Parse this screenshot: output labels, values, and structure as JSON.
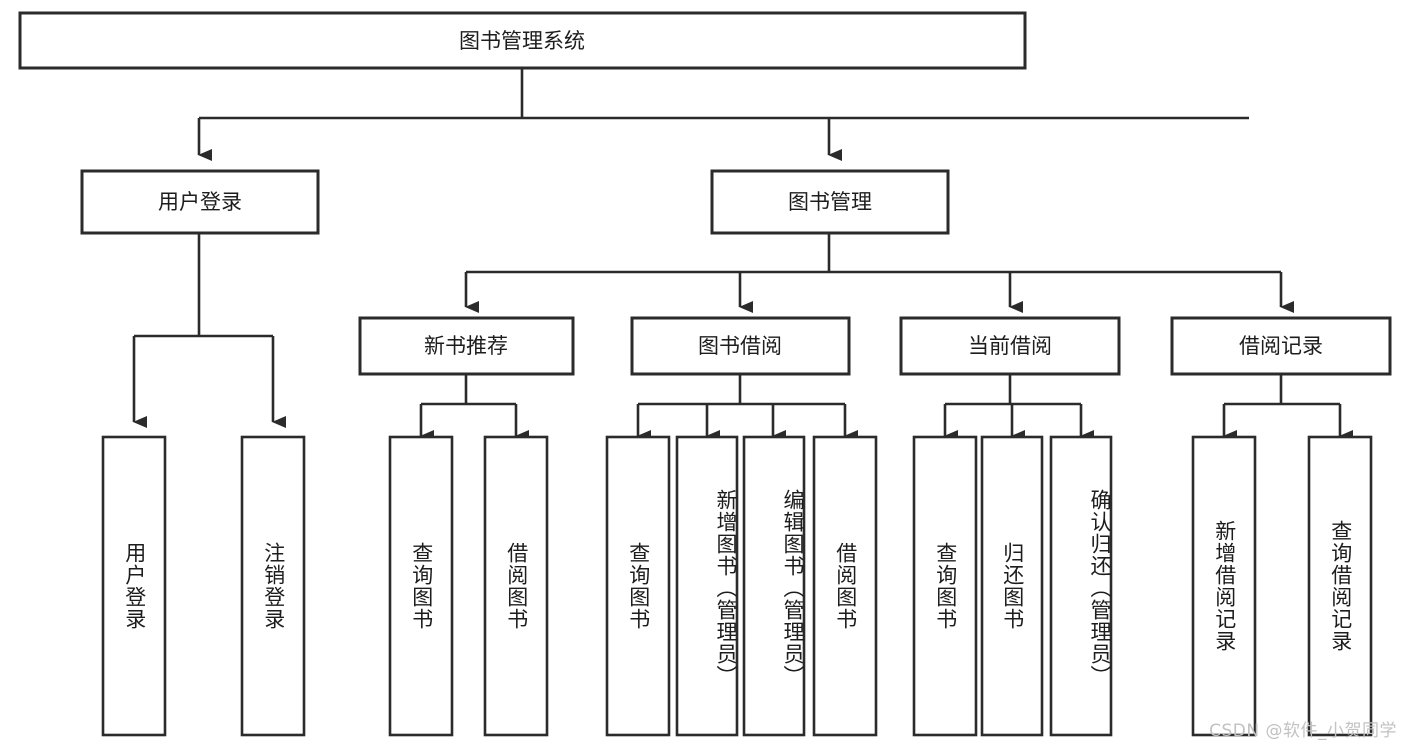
{
  "diagram": {
    "type": "tree-hierarchy",
    "title_node": {
      "label": "图书管理系统"
    },
    "level2": [
      {
        "label": "用户登录"
      },
      {
        "label": "图书管理"
      }
    ],
    "level3": [
      {
        "label": "新书推荐"
      },
      {
        "label": "图书借阅"
      },
      {
        "label": "当前借阅"
      },
      {
        "label": "借阅记录"
      }
    ],
    "leaves": {
      "user_login": [
        {
          "label": "用户登录"
        },
        {
          "label": "注销登录"
        }
      ],
      "new_book_recommend": [
        {
          "label": "查询图书"
        },
        {
          "label": "借阅图书"
        }
      ],
      "book_borrow": [
        {
          "label": "查询图书"
        },
        {
          "label": "新增图书（管理员）"
        },
        {
          "label": "编辑图书（管理员）"
        },
        {
          "label": "借阅图书"
        }
      ],
      "current_borrow": [
        {
          "label": "查询图书"
        },
        {
          "label": "归还图书"
        },
        {
          "label": "确认归还（管理员）"
        }
      ],
      "borrow_record": [
        {
          "label": "新增借阅记录"
        },
        {
          "label": "查询借阅记录"
        }
      ]
    }
  },
  "watermark": {
    "text": "CSDN @软件_小贺同学"
  },
  "colors": {
    "stroke": "#2b2b2b",
    "fill": "#ffffff",
    "text": "#1d1d1d",
    "watermark": "#c2c2c2"
  }
}
